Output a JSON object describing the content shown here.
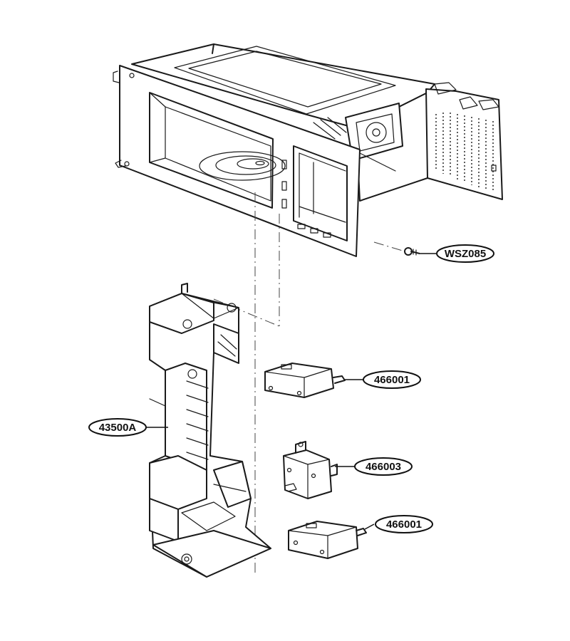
{
  "callouts": {
    "screw": "WSZ085",
    "interlock_frame": "43500A",
    "switch_top": "466001",
    "switch_middle": "466003",
    "switch_bottom": "466001"
  },
  "colors": {
    "line": "#1a1a1a",
    "background": "#ffffff"
  }
}
